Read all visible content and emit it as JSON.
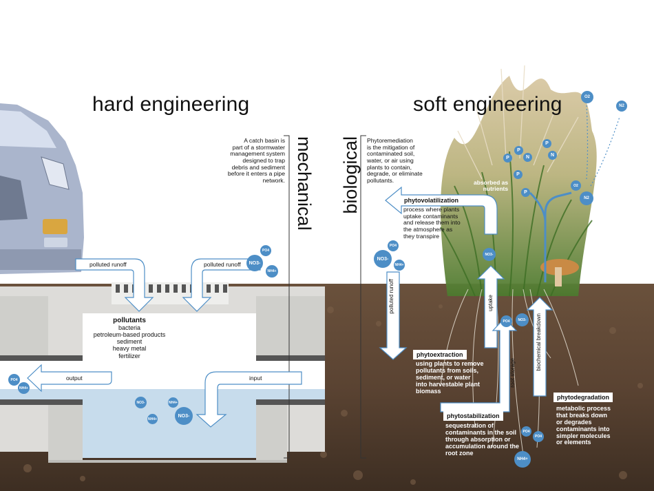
{
  "titles": {
    "left": "hard engineering",
    "right": "soft engineering"
  },
  "vertical": {
    "mechanical": "mechanical",
    "biological": "biological"
  },
  "descriptions": {
    "catch_basin": [
      "A catch basin is",
      "part of a stormwater",
      "management system",
      "designed to trap",
      "debris and sediment",
      "before it enters a pipe",
      "network."
    ],
    "phytoremediation": [
      "Phytoremediation",
      "is the mitigation of",
      "contaminated soil,",
      "water, or air using",
      "plants to contain,",
      "degrade, or eliminate",
      "pollutants."
    ]
  },
  "left_labels": {
    "polluted_runoff_1": "polluted runoff",
    "polluted_runoff_2": "polluted runoff",
    "output": "output",
    "input": "input"
  },
  "pollutants": {
    "heading": "pollutants",
    "items": [
      "bacteria",
      "petroleum-based products",
      "sediment",
      "heavy metal",
      "fertilizer"
    ]
  },
  "right_labels": {
    "polluted_runoff": "polluted runoff",
    "uptake": "uptake",
    "biochemical": "biochemical breakdown",
    "root_storage": "root storage",
    "absorbed": [
      "absorbed as",
      "nutrients"
    ]
  },
  "processes": {
    "phytovolatilization": {
      "title": "phytovolatilization",
      "lines": [
        "process where plants",
        "uptake contaminants",
        "and release them into",
        "the atmosphere as",
        "they transpire"
      ]
    },
    "phytoextraction": {
      "title": "phytoextraction",
      "lines": [
        "using plants to remove",
        "pollutants from soils,",
        "sediment, or water",
        "into harvestable plant",
        "biomass"
      ]
    },
    "phytostabilization": {
      "title": "phytostabilization",
      "lines": [
        "sequestration of",
        "contaminants in the soil",
        "through absorption or",
        "accumulation around the",
        "root zone"
      ]
    },
    "phytodegradation": {
      "title": "phytodegradation",
      "lines": [
        "metabolic process",
        "that breaks down",
        "or degrades",
        "contaminants into",
        "simpler molecules",
        "or elements"
      ]
    }
  },
  "chem": {
    "no3": "NO3-",
    "po4": "PO4",
    "nh4": "NH4+",
    "p": "P",
    "n": "N",
    "o2": "O2",
    "n2": "N2"
  },
  "colors": {
    "chip": "#4d8ec6",
    "soil": "#5b4433",
    "water": "#c7dcec",
    "concrete": "#dddcd9",
    "car": "#aab5cc"
  }
}
